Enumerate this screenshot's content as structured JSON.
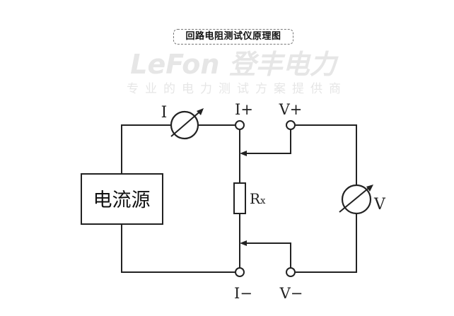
{
  "title": "回路电阻测试仪原理图",
  "diagram": {
    "source_box_label": "电流源",
    "ammeter_label": "I",
    "voltmeter_label": "V",
    "resistor_label_main": "R",
    "resistor_label_sub": "x",
    "terminals": {
      "i_plus": "I+",
      "i_minus": "I−",
      "v_plus": "V+",
      "v_minus": "V−"
    }
  },
  "watermark": {
    "brand": "LeFon 登丰电力",
    "slogan": "专业的电力测试方案提供商"
  },
  "colors": {
    "line": "#222222",
    "watermark": "#e4e4e4"
  }
}
